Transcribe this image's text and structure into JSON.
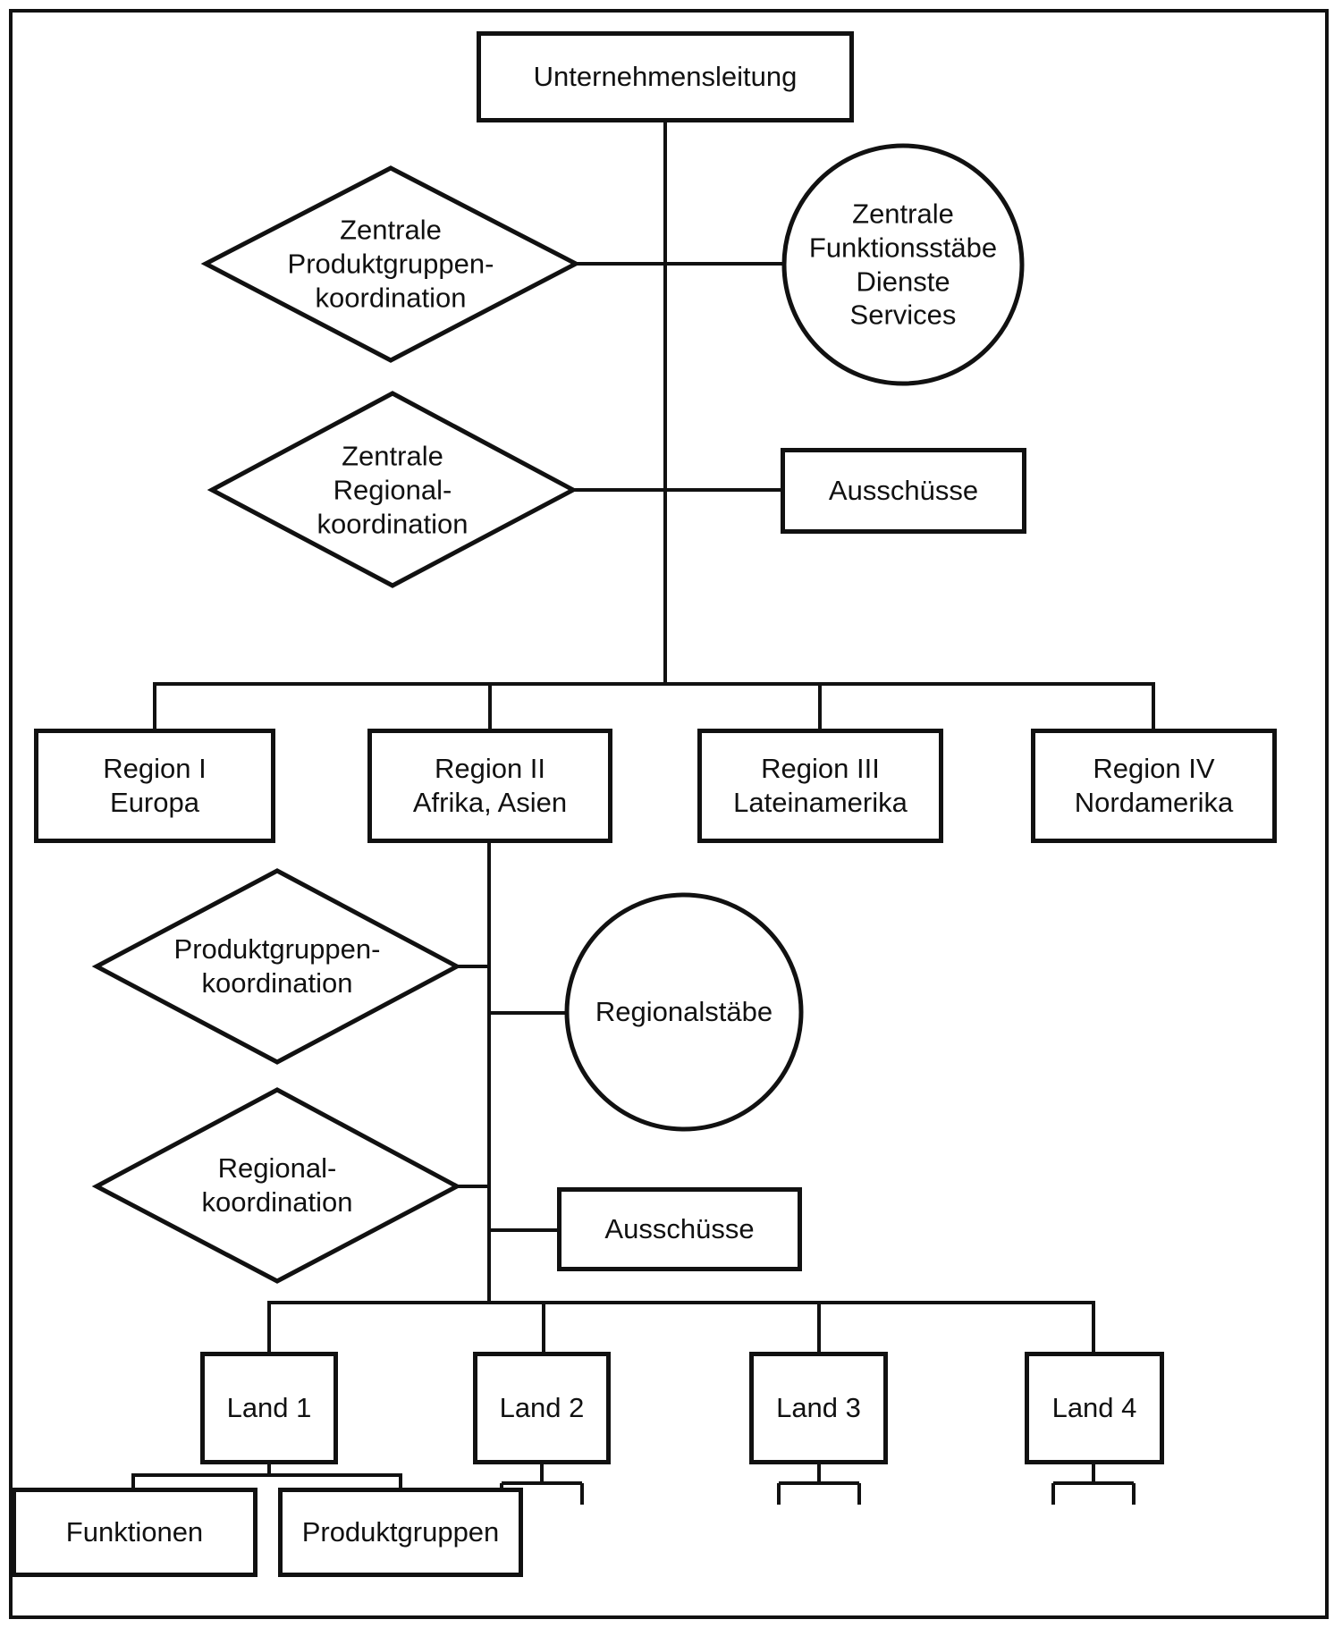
{
  "colors": {
    "line": "#111111",
    "background": "#ffffff"
  },
  "diagram": {
    "root_label": "Unternehmensleitung",
    "top": {
      "diamond_product": "Zentrale\nProduktgruppen-\nkoordination",
      "circle_staff": "Zentrale\nFunktionsstäbe\nDienste\nServices",
      "diamond_regional": "Zentrale\nRegional-\nkoordination",
      "committees": "Ausschüsse"
    },
    "regions": [
      {
        "label": "Region I\nEuropa"
      },
      {
        "label": "Region II\nAfrika, Asien"
      },
      {
        "label": "Region III\nLateinamerika"
      },
      {
        "label": "Region IV\nNordamerika"
      }
    ],
    "region2": {
      "diamond_product": "Produktgruppen-\nkoordination",
      "circle_staff": "Regionalstäbe",
      "diamond_regional": "Regional-\nkoordination",
      "committees": "Ausschüsse"
    },
    "lands": [
      {
        "label": "Land 1"
      },
      {
        "label": "Land 2"
      },
      {
        "label": "Land 3"
      },
      {
        "label": "Land 4"
      }
    ],
    "land1_children": [
      {
        "label": "Funktionen"
      },
      {
        "label": "Produktgruppen"
      }
    ]
  }
}
